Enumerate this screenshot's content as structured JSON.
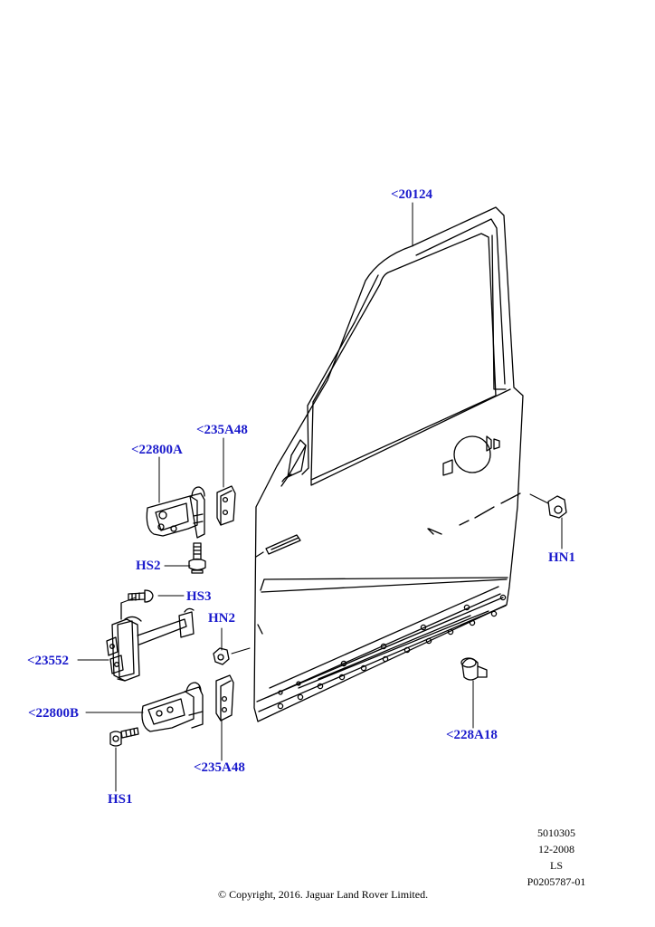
{
  "callouts": {
    "door_shell": "<20124",
    "hinge_upper": "<22800A",
    "shim_upper": "<235A48",
    "screw_upper_hinge": "HS2",
    "screw_check_strap": "HS3",
    "nut_hn2": "HN2",
    "check_strap": "<23552",
    "hinge_lower": "<22800B",
    "shim_lower": "<235A48",
    "screw_lower_hinge": "HS1",
    "nut_hn1": "HN1",
    "bump_stop": "<228A18"
  },
  "meta": {
    "line1": "5010305",
    "line2": "12-2008",
    "line3": "LS",
    "line4": "P0205787-01"
  },
  "copyright": "© Copyright, 2016. Jaguar Land Rover Limited.",
  "colors": {
    "callout": "#1a1acc",
    "line": "#000000"
  }
}
